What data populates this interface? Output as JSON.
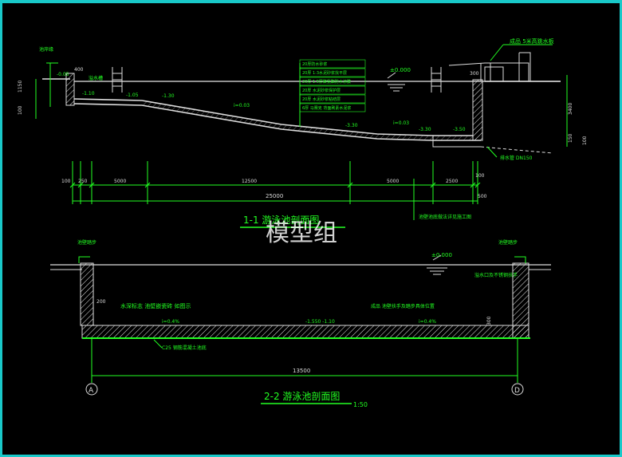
{
  "watermark": "模型组",
  "section1": {
    "title": "1-1 游泳池剖面图",
    "label_diving": "成品 5米高跳水板",
    "label_edge_left": "池岸缘",
    "label_drain": "溢水槽",
    "label_bottom_pipe": "排水管 DN150",
    "label_note": "池壁池底做法详见施工图",
    "layers": [
      "20厚防水砂浆",
      "20厚 1:3水泥砂浆找平层",
      "20厚 1.5厚聚氨酯防水涂膜",
      "20厚 水泥砂浆保护层",
      "20厚 水泥砂浆粘结层",
      "6厚 马赛克 背面刷素水泥浆"
    ],
    "levels": {
      "water": "±0.000",
      "a": "-0.05",
      "b": "-1.10",
      "c": "-1.05",
      "d": "-1.30",
      "e": "-3.30",
      "f": "-3.30",
      "g": "-3.50",
      "slope1": "i=0.03",
      "slope2": "i=0.03"
    },
    "small_dims": {
      "top": "400",
      "left1": "1150",
      "left2": "100",
      "right_top": "300",
      "right1": "3400",
      "right2": "150",
      "right3": "100"
    },
    "dims": [
      "100",
      "250",
      "5000",
      "12500",
      "5000",
      "2500",
      "100",
      "500"
    ],
    "total": "25000"
  },
  "section2": {
    "title": "2-2 游泳池剖面图",
    "scale": "1:50",
    "water": "±0.000",
    "label_tl": "池壁踏步",
    "label_tr": "池壁踏步",
    "label_left_mid": "水深标志 池壁嵌瓷砖 如图示",
    "label_right_mid": "成品 池壁扶手及踏步具体位置",
    "label_right_small": "溢水口及不锈钢扶手",
    "label_bottom": "C25 钢筋混凝土池底",
    "slope_left": "i=0.4%",
    "slope_mid": "-1.550  -1.10",
    "slope_right": "i=0.4%",
    "left_h": "200",
    "right_h": "300",
    "total": "13500",
    "axis_a": "A",
    "axis_d": "D"
  }
}
